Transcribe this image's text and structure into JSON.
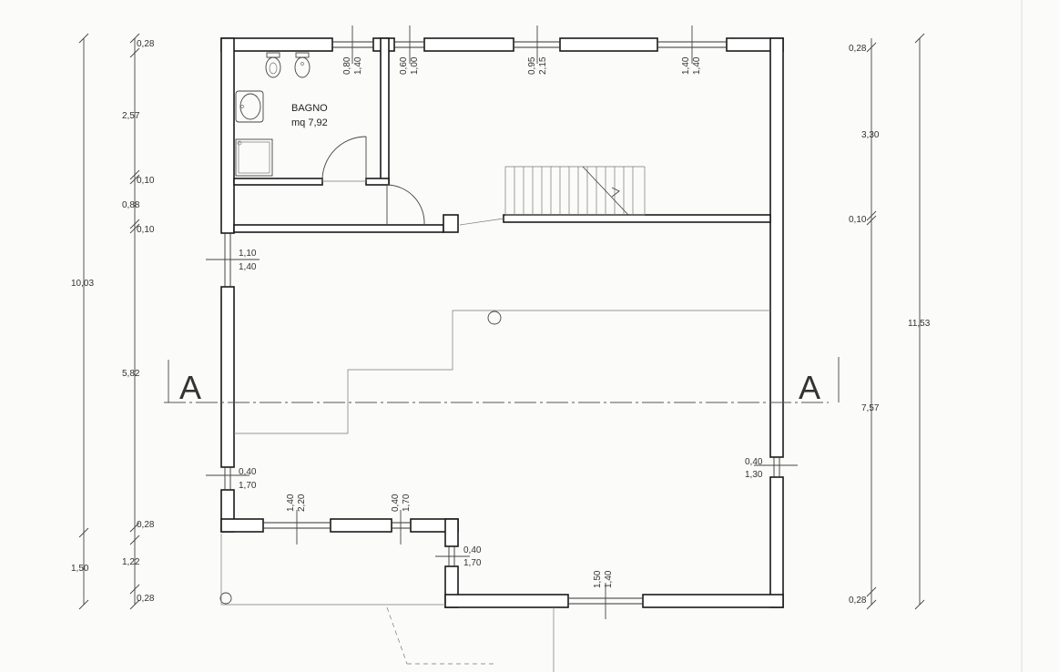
{
  "room": {
    "name": "BAGNO",
    "area": "mq 7,92"
  },
  "section_marks": {
    "left": "A",
    "right": "A"
  },
  "left_dims": {
    "total": "10,03",
    "bottom": "1,50",
    "parts": [
      "0,28",
      "2,57",
      "0,10",
      "0,88",
      "0,10",
      "5,82",
      "0,28",
      "1,22",
      "0,28"
    ]
  },
  "right_dims": {
    "total": "11,53",
    "parts": [
      "0,28",
      "3,30",
      "0,10",
      "7,57",
      "0,28"
    ]
  },
  "windows_top": [
    {
      "w": "0,80",
      "h": "1,40"
    },
    {
      "w": "0,60",
      "h": "1,00"
    },
    {
      "w": "0,95",
      "h": "2,15"
    },
    {
      "w": "1,40",
      "h": "1,40"
    }
  ],
  "windows_left": [
    {
      "w": "1,10",
      "h": "1,40"
    },
    {
      "w": "0,40",
      "h": "1,70"
    }
  ],
  "windows_right": [
    {
      "w": "0,40",
      "h": "1,30"
    }
  ],
  "windows_bottom": [
    {
      "w": "1,40",
      "h": "2,20"
    },
    {
      "w": "0,40",
      "h": "1,70"
    },
    {
      "w": "1,50",
      "h": "1,40"
    }
  ],
  "windows_notch": [
    {
      "w": "0,40",
      "h": "1,70"
    }
  ],
  "colors": {
    "line": "#1a1a1a",
    "paper": "#fbfbfa"
  }
}
